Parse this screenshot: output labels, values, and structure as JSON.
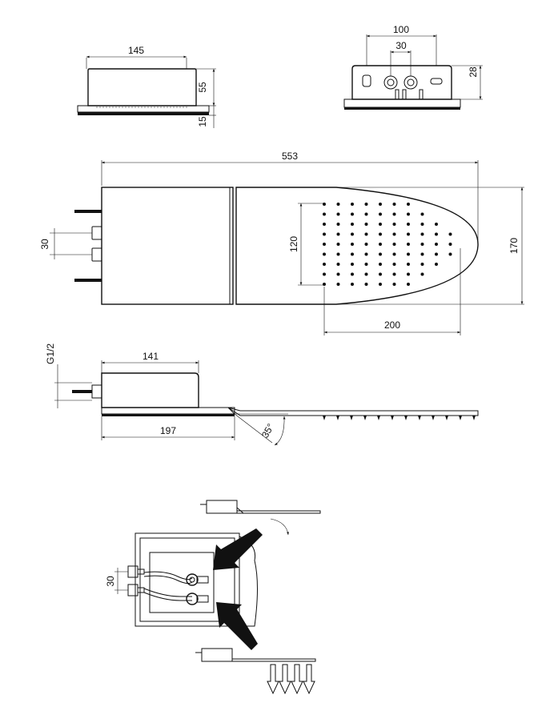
{
  "views": {
    "end_view": {
      "width_label": "145",
      "height_label": "55",
      "plate_label": "15"
    },
    "front_view": {
      "width_label": "100",
      "inlet_spacing_label": "30",
      "depth_label": "28"
    },
    "top_view": {
      "length_label": "553",
      "inlet_spacing_label": "30",
      "nozzle_height_label": "120",
      "width_label": "170",
      "nozzle_length_label": "200"
    },
    "side_view": {
      "thread_label": "G1/2",
      "box_label": "141",
      "offset_label": "197",
      "angle_label": "35°"
    },
    "install_view": {
      "inlet_spacing_label": "30"
    }
  }
}
